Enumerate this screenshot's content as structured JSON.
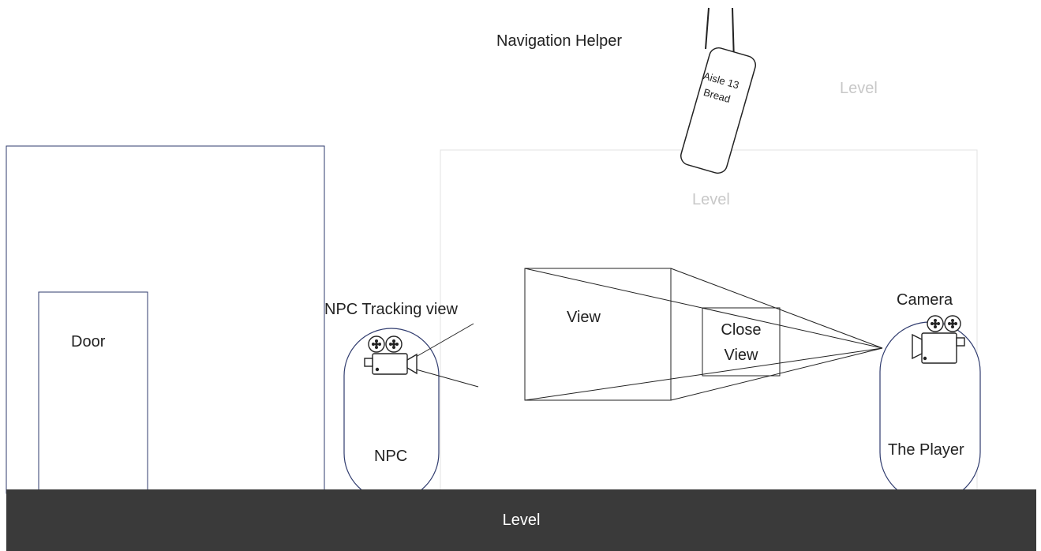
{
  "labels": {
    "navigation_helper": "Navigation Helper",
    "level_top_right": "Level",
    "level_inner": "Level",
    "level_floor": "Level",
    "door": "Door",
    "npc_tracking_view": "NPC Tracking view",
    "npc": "NPC",
    "view": "View",
    "close_view_line1": "Close",
    "close_view_line2": "View",
    "camera": "Camera",
    "the_player": "The Player"
  },
  "sign": {
    "line1": "Aisle 13",
    "line2": "Bread"
  },
  "colors": {
    "outline_blue": "#2f3b6e",
    "faint_border": "#e0e0e0",
    "faint_text": "#c8c8c8",
    "floor": "#3a3a3a",
    "ink": "#222222"
  }
}
